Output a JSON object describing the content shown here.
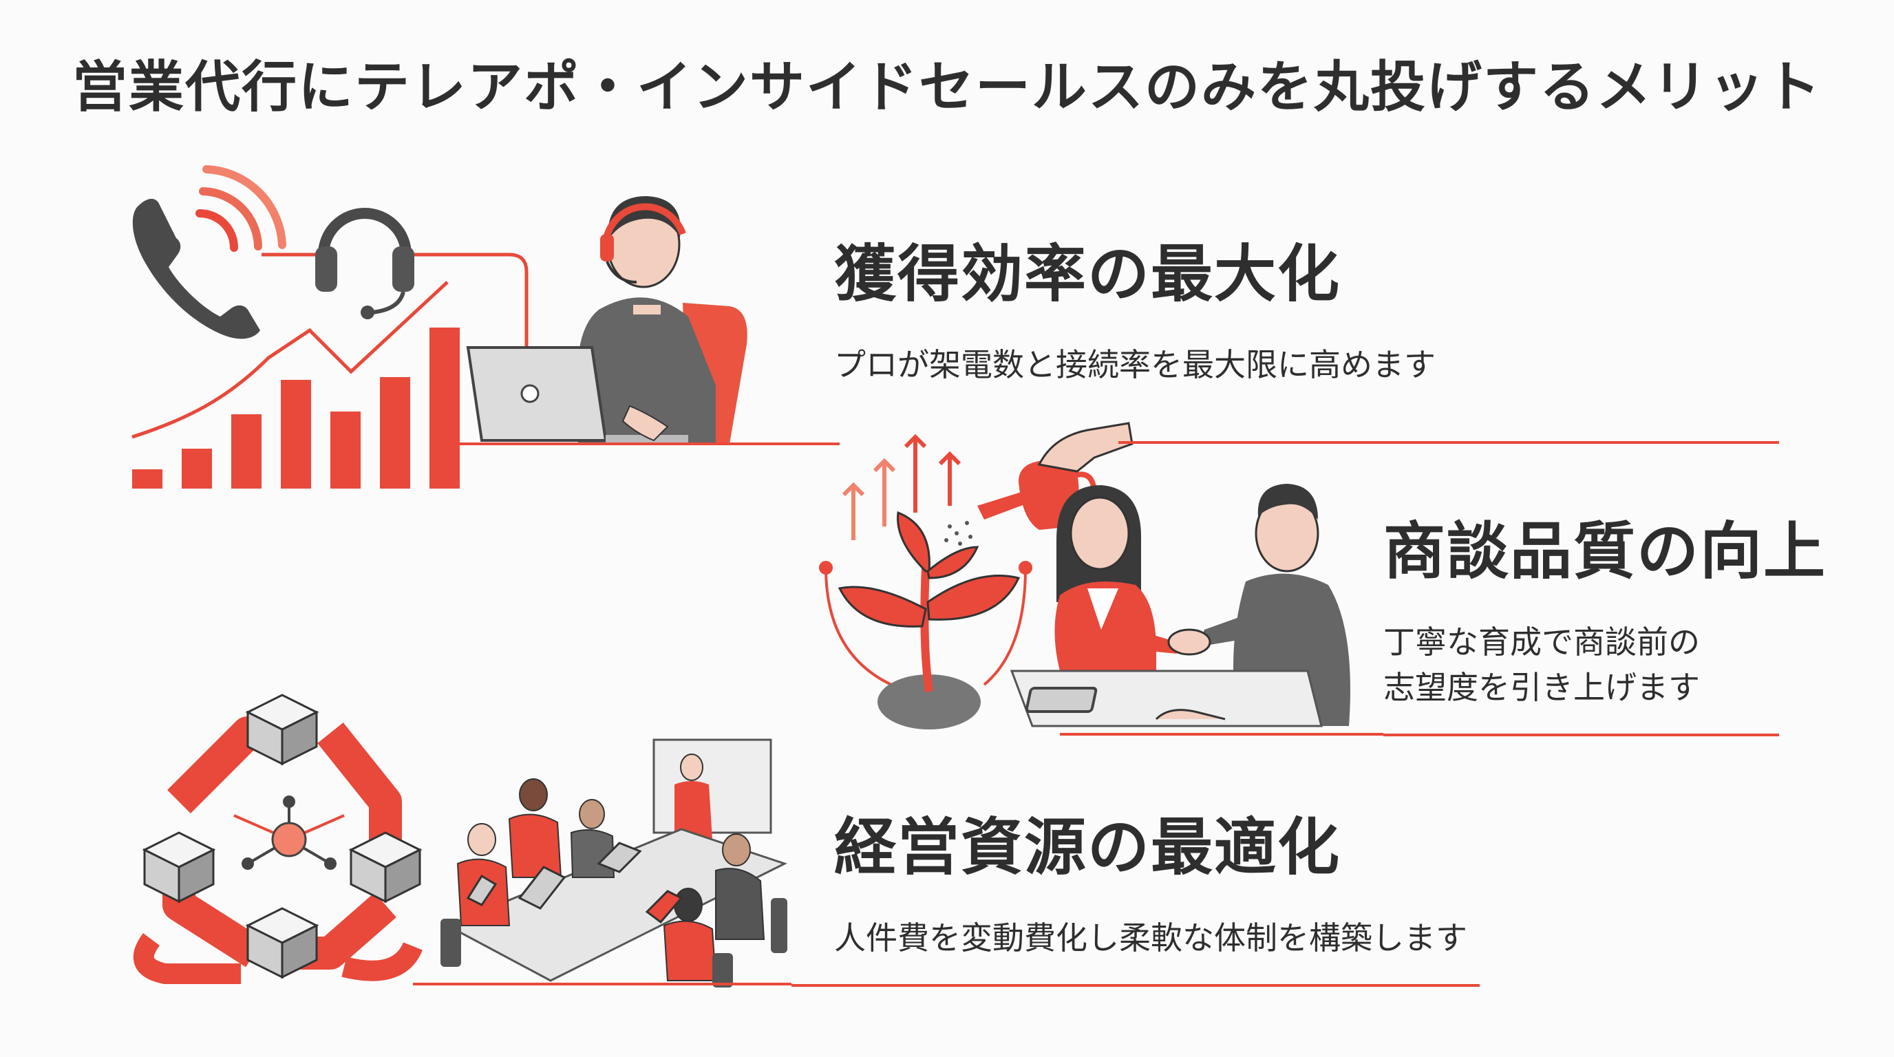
{
  "title": "営業代行にテレアポ・インサイドセールスのみを丸投げするメリット",
  "benefits": [
    {
      "heading": "獲得効率の最大化",
      "description": "プロが架電数と接続率を最大限に高めます"
    },
    {
      "heading": "商談品質の向上",
      "description_lines": [
        "丁寧な育成で商談前の",
        "志望度を引き上げます"
      ]
    },
    {
      "heading": "経営資源の最適化",
      "description": "人件費を変動費化し柔軟な体制を構築します"
    }
  ],
  "colors": {
    "accent": "#e8493a",
    "accent_light": "#f2826b",
    "gray_dark": "#4a4a4a",
    "gray_mid": "#6e6e6e",
    "gray_light": "#cfcfcf",
    "text": "#2e2e2e"
  },
  "icons": {
    "benefit_1": [
      "phone-icon",
      "headset-icon",
      "bar-chart-icon",
      "operator-illustration"
    ],
    "benefit_2": [
      "watering-can-icon",
      "sprout-icon",
      "handshake-illustration",
      "tablet-icon"
    ],
    "benefit_3": [
      "network-hub-icon",
      "team-meeting-illustration"
    ]
  }
}
